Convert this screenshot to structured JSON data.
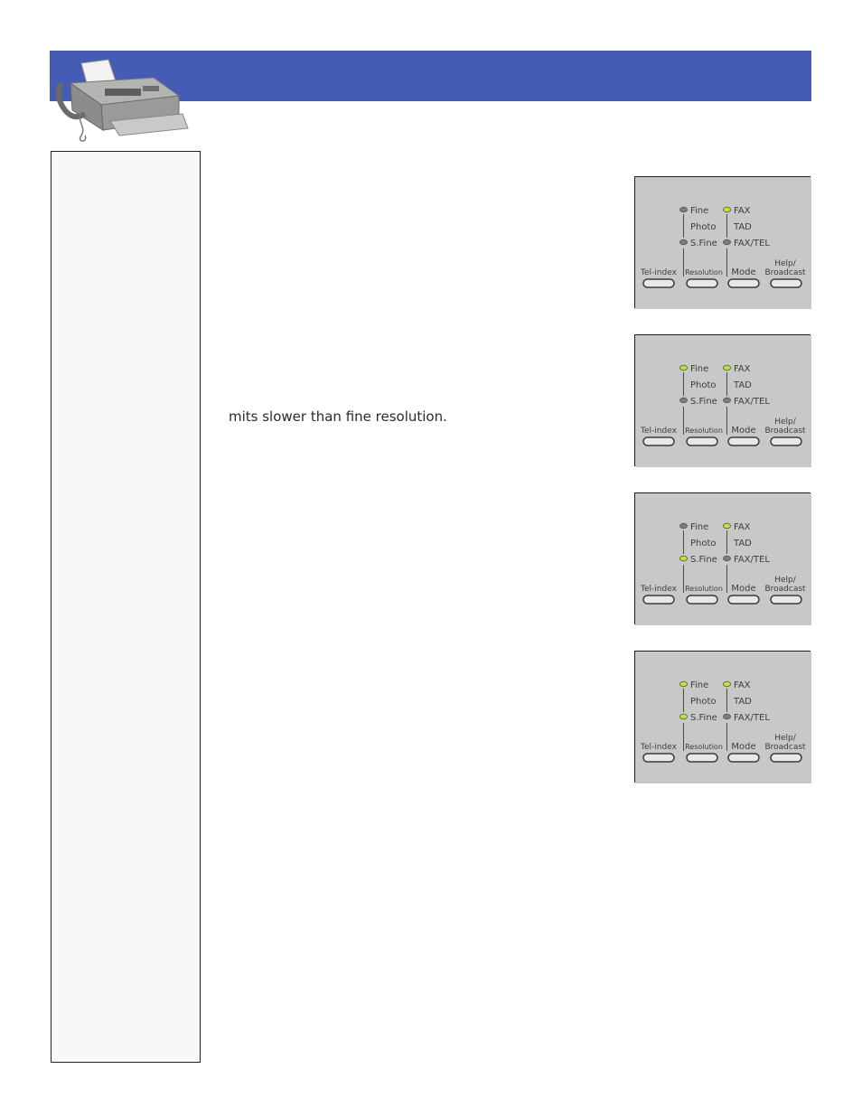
{
  "body": {
    "text": "mits slower than fine resolution."
  },
  "panel_labels": {
    "fine": "Fine",
    "photo": "Photo",
    "sfine": "S.Fine",
    "fax": "FAX",
    "tad": "TAD",
    "faxtel": "FAX/TEL",
    "tel_index": "Tel-index",
    "resolution": "Resolution",
    "mode": "Mode",
    "help_line1": "Help/",
    "help_line2": "Broadcast"
  },
  "panels": [
    {
      "leds": {
        "fine": false,
        "sfine": false,
        "fax": true,
        "faxtel": false
      }
    },
    {
      "leds": {
        "fine": true,
        "sfine": false,
        "fax": true,
        "faxtel": false
      }
    },
    {
      "leds": {
        "fine": false,
        "sfine": true,
        "fax": true,
        "faxtel": false
      }
    },
    {
      "leds": {
        "fine": true,
        "sfine": true,
        "fax": true,
        "faxtel": false
      }
    }
  ],
  "colors": {
    "banner": "#455cb5",
    "led_on": "#b6ec2a",
    "led_off": "#7c7c7c",
    "panel_bg": "#c8c8c6"
  }
}
